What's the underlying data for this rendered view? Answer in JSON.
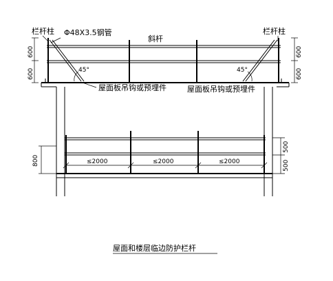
{
  "labels": {
    "post_left": "栏杆柱",
    "post_right": "栏杆柱",
    "pipe": "Φ48X3.5钢管",
    "brace": "斜杆",
    "embed_left": "屋面板吊钩或预埋件",
    "embed_right": "屋面板吊钩或预埋件",
    "angle_left": "45°",
    "angle_right": "45°"
  },
  "dimensions": {
    "top_left_upper": "600",
    "top_left_lower": "600",
    "top_right_upper": "600",
    "top_right_lower": "600",
    "bottom_left": "800",
    "bottom_right_upper": "500",
    "bottom_right_lower": "500",
    "span_1": "≤2000",
    "span_2": "≤2000",
    "span_3": "≤2000"
  },
  "caption": "屋面和楼层临边防护栏杆"
}
